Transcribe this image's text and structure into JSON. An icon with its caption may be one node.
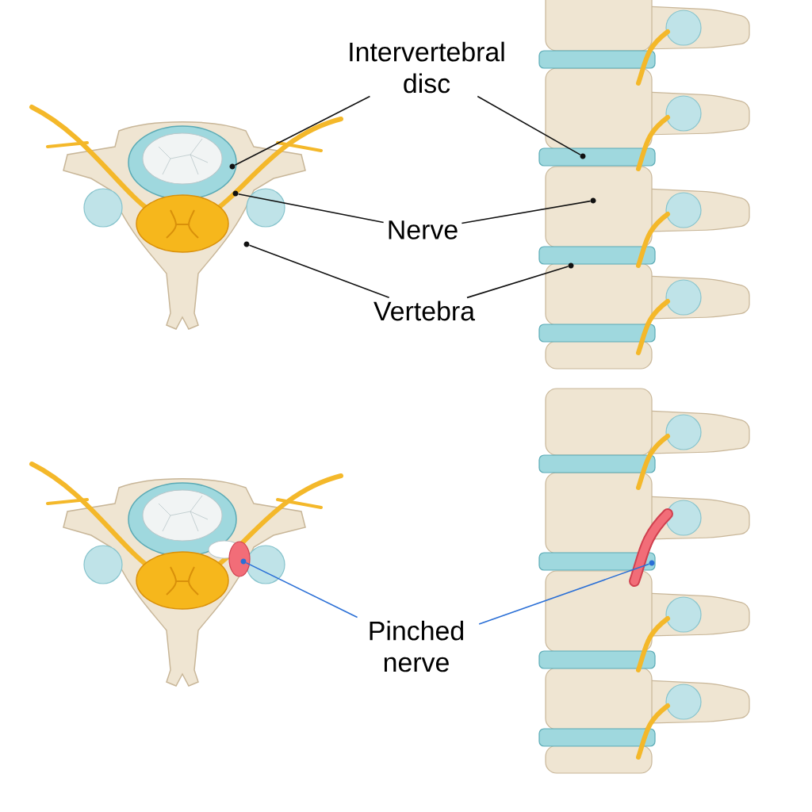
{
  "diagram": {
    "nodes": [
      {
        "text": [
          "Intervertebral disc"
        ]
      },
      {
        "text": [
          "Nerve"
        ]
      },
      {
        "text": [
          "Vertebra"
        ]
      },
      {
        "text": [
          "Pinched nerve"
        ]
      },
      {
        "text": [],
        "shape": "circle"
      },
      {
        "text": [],
        "shape": "circle"
      },
      {
        "text": [],
        "shape": "circle"
      },
      {
        "text": [],
        "shape": "circle"
      },
      {
        "text": [],
        "shape": "circle"
      },
      {
        "text": [],
        "shape": "circle"
      },
      {
        "text": [],
        "shape": "circle"
      },
      {
        "text": [],
        "shape": "circle"
      }
    ],
    "edges": [
      {
        "from": 0,
        "to": 4,
        "arrow": "none"
      },
      {
        "from": 0,
        "to": 5,
        "arrow": "none"
      },
      {
        "from": 1,
        "to": 6,
        "arrow": "none"
      },
      {
        "from": 1,
        "to": 7,
        "arrow": "none"
      },
      {
        "from": 2,
        "to": 8,
        "arrow": "none"
      },
      {
        "from": 2,
        "to": 9,
        "arrow": "none"
      },
      {
        "from": 3,
        "to": 10,
        "arrow": "none",
        "color": "#2a6fd6"
      },
      {
        "from": 3,
        "to": 11,
        "arrow": "none",
        "color": "#2a6fd6"
      }
    ]
  }
}
